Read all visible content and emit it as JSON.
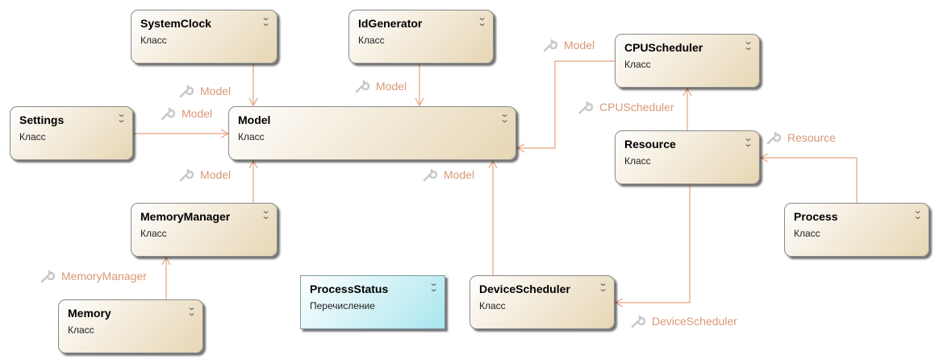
{
  "nodes": {
    "systemclock": {
      "title": "SystemClock",
      "subtitle": "Класс"
    },
    "idgenerator": {
      "title": "IdGenerator",
      "subtitle": "Класс"
    },
    "cpuscheduler": {
      "title": "CPUScheduler",
      "subtitle": "Класс"
    },
    "settings": {
      "title": "Settings",
      "subtitle": "Класс"
    },
    "model": {
      "title": "Model",
      "subtitle": "Класс"
    },
    "resource": {
      "title": "Resource",
      "subtitle": "Класс"
    },
    "process": {
      "title": "Process",
      "subtitle": "Класс"
    },
    "memorymanager": {
      "title": "MemoryManager",
      "subtitle": "Класс"
    },
    "memory": {
      "title": "Memory",
      "subtitle": "Класс"
    },
    "processstatus": {
      "title": "ProcessStatus",
      "subtitle": "Перечисление"
    },
    "devicescheduler": {
      "title": "DeviceScheduler",
      "subtitle": "Класс"
    }
  },
  "edge_labels": {
    "systemclock_model": "Model",
    "idgenerator_model": "Model",
    "cpuscheduler_model": "Model",
    "settings_model": "Model",
    "memorymanager_model": "Model",
    "devicescheduler_model": "Model",
    "resource_cpuscheduler": "CPUScheduler",
    "process_resource": "Resource",
    "memory_memorymanager": "MemoryManager",
    "resource_devicescheduler": "DeviceScheduler"
  },
  "colors": {
    "connector": "#e8a07e",
    "label": "#d99878",
    "class_fill": "#e6d6b4",
    "enum_fill": "#a9e6ee"
  },
  "icons": {
    "association": "wrench-icon",
    "collapse": "chevron-double-down-icon"
  }
}
